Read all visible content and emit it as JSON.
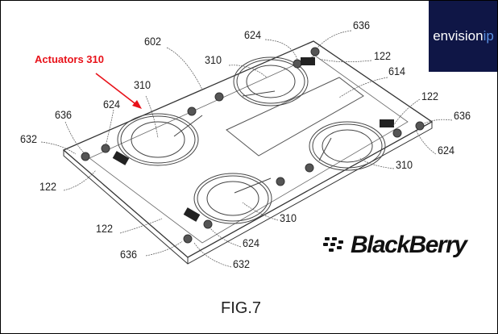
{
  "callout": {
    "text": "Actuators 310",
    "color": "#e8121a"
  },
  "logo": {
    "prefix": "envision",
    "suffix": "ip",
    "bg": "#0f1646",
    "accent": "#5a8fe0"
  },
  "brand": {
    "name": "BlackBerry",
    "icon": "blackberry-logo-icon"
  },
  "figure_caption": "FIG.7",
  "labels": [
    "636",
    "624",
    "602",
    "310",
    "122",
    "614",
    "310",
    "624",
    "636",
    "122",
    "636",
    "632",
    "624",
    "310",
    "122",
    "310",
    "122",
    "624",
    "636",
    "632"
  ]
}
